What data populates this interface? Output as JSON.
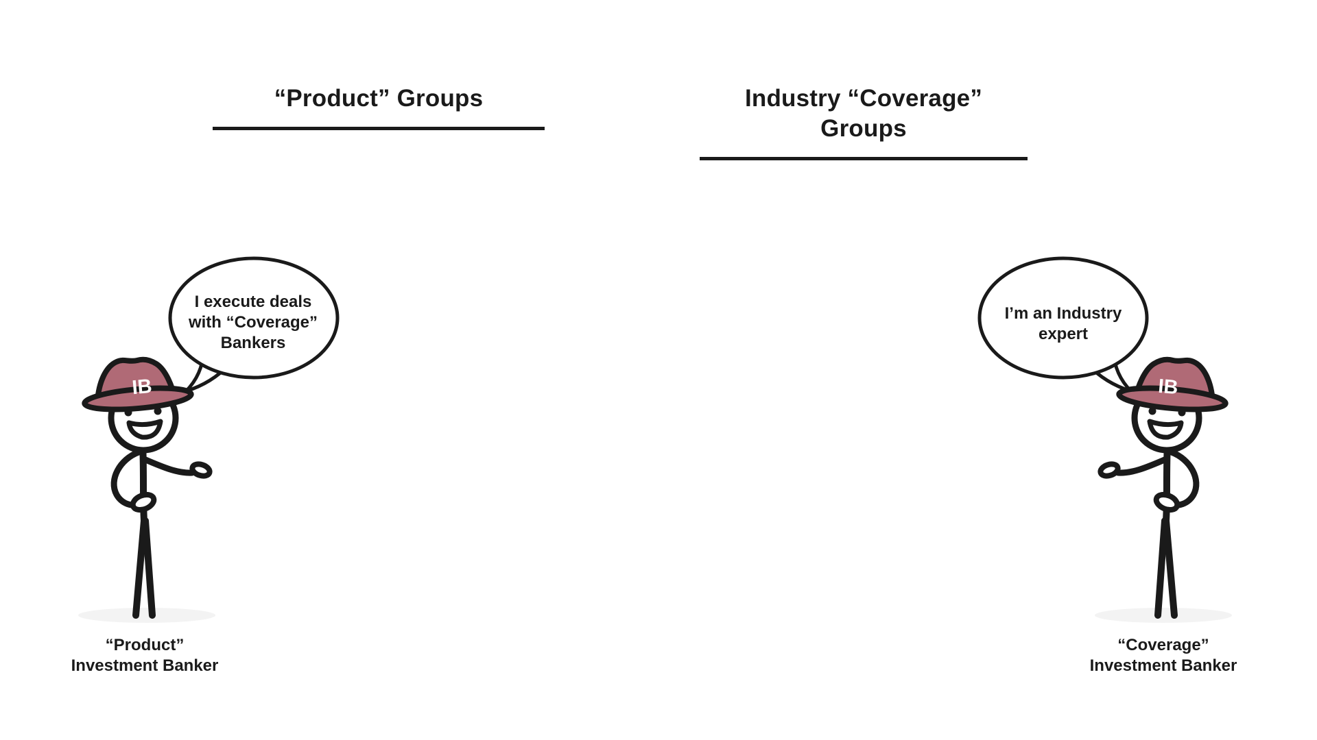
{
  "headings": {
    "left": "“Product” Groups",
    "right": "Industry “Coverage” Groups"
  },
  "left_figure": {
    "speech_lines": [
      "I execute deals",
      "with “Coverage”",
      "Bankers"
    ],
    "hat_label": "IB",
    "caption_line1": "“Product”",
    "caption_line2": "Investment Banker"
  },
  "right_figure": {
    "speech_lines": [
      "I’m an Industry",
      "expert"
    ],
    "hat_label": "IB",
    "caption_line1": "“Coverage”",
    "caption_line2": "Investment Banker"
  },
  "colors": {
    "hat": "#b06a76",
    "ink": "#1a1a1a",
    "shadow": "#f3f3f3"
  }
}
